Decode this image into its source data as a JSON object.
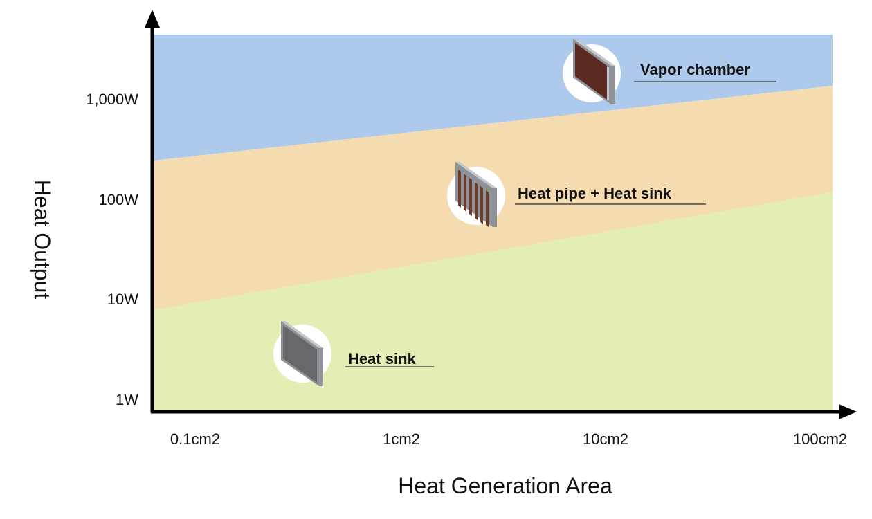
{
  "axes": {
    "x_title": "Heat Generation Area",
    "y_title": "Heat Output",
    "x_ticks": [
      "0.1cm2",
      "1cm2",
      "10cm2",
      "100cm2"
    ],
    "y_ticks": [
      "1W",
      "10W",
      "100W",
      "1,000W"
    ],
    "x_scale": "log",
    "y_scale": "log"
  },
  "zones": [
    {
      "label": "Vapor chamber",
      "color": "#adc9ec",
      "icon": "vapor-chamber-icon"
    },
    {
      "label": "Heat pipe + Heat sink",
      "color": "#f5dbb0",
      "icon": "heat-pipe-heat-sink-icon"
    },
    {
      "label": "Heat sink",
      "color": "#e2eeb3",
      "icon": "heat-sink-icon"
    }
  ],
  "colors": {
    "axis": "#000000",
    "device_frame": "#8f9297",
    "device_edge": "#c4c7cc",
    "vapor_chamber_face": "#5b2a20",
    "heat_sink_face": "#66686c",
    "heat_pipe_stripe": "#6e3a2a"
  }
}
